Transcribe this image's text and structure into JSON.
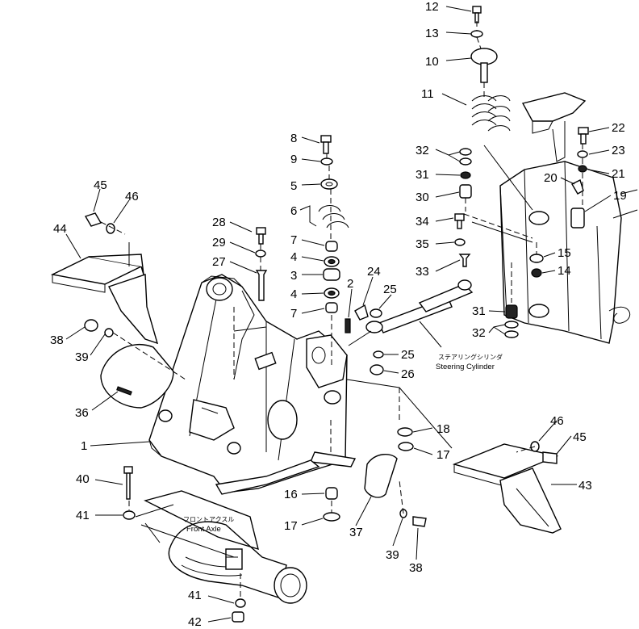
{
  "callouts": {
    "n1": "1",
    "n2": "2",
    "n3": "3",
    "n4a": "4",
    "n4b": "4",
    "n5": "5",
    "n6": "6",
    "n7a": "7",
    "n7b": "7",
    "n8": "8",
    "n9": "9",
    "n10": "10",
    "n11": "11",
    "n12": "12",
    "n13": "13",
    "n14": "14",
    "n15": "15",
    "n16": "16",
    "n17a": "17",
    "n17b": "17",
    "n18": "18",
    "n19": "19",
    "n20": "20",
    "n21": "21",
    "n22": "22",
    "n23": "23",
    "n24": "24",
    "n25a": "25",
    "n25b": "25",
    "n26": "26",
    "n27": "27",
    "n28": "28",
    "n29": "29",
    "n30": "30",
    "n31a": "31",
    "n31b": "31",
    "n32a": "32",
    "n32b": "32",
    "n33": "33",
    "n34": "34",
    "n35": "35",
    "n36": "36",
    "n37": "37",
    "n38a": "38",
    "n38b": "38",
    "n39a": "39",
    "n39b": "39",
    "n40": "40",
    "n41a": "41",
    "n41b": "41",
    "n42": "42",
    "n43": "43",
    "n44": "44",
    "n45a": "45",
    "n45b": "45",
    "n46a": "46",
    "n46b": "46"
  },
  "captions": {
    "steering_jp": "ステアリングシリンダ",
    "steering_en": "Steering Cylinder",
    "front_axle_jp": "フロントアクスル",
    "front_axle_en": "Front Axle"
  }
}
